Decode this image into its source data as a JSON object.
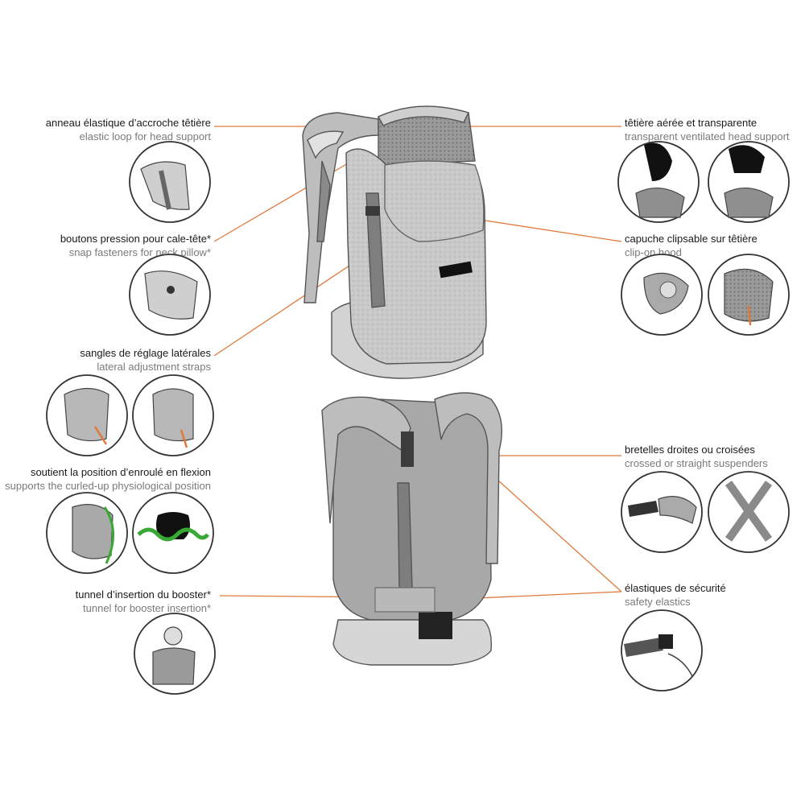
{
  "accent_color": "#e07a3c",
  "features_left": [
    {
      "fr": "anneau élastique d’accroche têtière",
      "en": "elastic loop for head support",
      "icon": "head-support-loop-detail"
    },
    {
      "fr": "boutons pression pour cale-tête*",
      "en": "snap fasteners for neck pillow*",
      "icon": "snap-fastener-detail"
    },
    {
      "fr": "sangles de réglage latérales",
      "en": "lateral adjustment straps",
      "icon": "side-strap-detail"
    },
    {
      "fr": "soutient la position d’enroulé en flexion",
      "en": "supports the curled-up physiological position",
      "icon": "curled-position-detail"
    },
    {
      "fr": "tunnel d’insertion du booster*",
      "en": "tunnel for booster insertion*",
      "icon": "booster-tunnel-detail"
    }
  ],
  "features_right": [
    {
      "fr": "têtière aérée et transparente",
      "en": "transparent ventilated head support",
      "icon": "ventilated-head-support-detail"
    },
    {
      "fr": "capuche clipsable sur têtière",
      "en": "clip-on hood",
      "icon": "clip-on-hood-detail"
    },
    {
      "fr": "bretelles droites ou croisées",
      "en": "crossed or straight suspenders",
      "icon": "suspenders-detail"
    },
    {
      "fr": "élastiques de sécurité",
      "en": "safety elastics",
      "icon": "safety-elastic-detail"
    }
  ]
}
